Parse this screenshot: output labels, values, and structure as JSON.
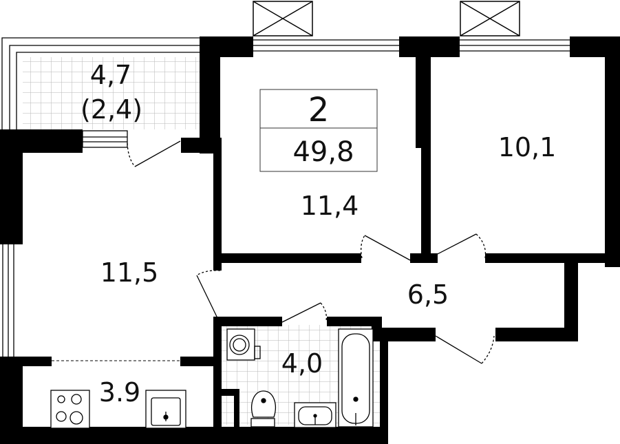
{
  "colors": {
    "wall": "#000000",
    "line": "#111111",
    "tile": "#b5b5b5",
    "background": "#ffffff"
  },
  "icons": [
    "kitchen-stove-icon",
    "kitchen-sink-icon",
    "washing-machine-icon",
    "toilet-icon",
    "washbasin-icon",
    "bathtub-icon",
    "ventilation-shaft-icon"
  ],
  "apartment": {
    "rooms_count": "2",
    "total_area": "49,8"
  },
  "rooms": {
    "balcony_area": "4,7",
    "balcony_reduced": "(2,4)",
    "bedroom_a": "11,4",
    "bedroom_b": "10,1",
    "living": "11,5",
    "hall": "6,5",
    "bathroom": "4,0",
    "kitchen": "3.9"
  }
}
